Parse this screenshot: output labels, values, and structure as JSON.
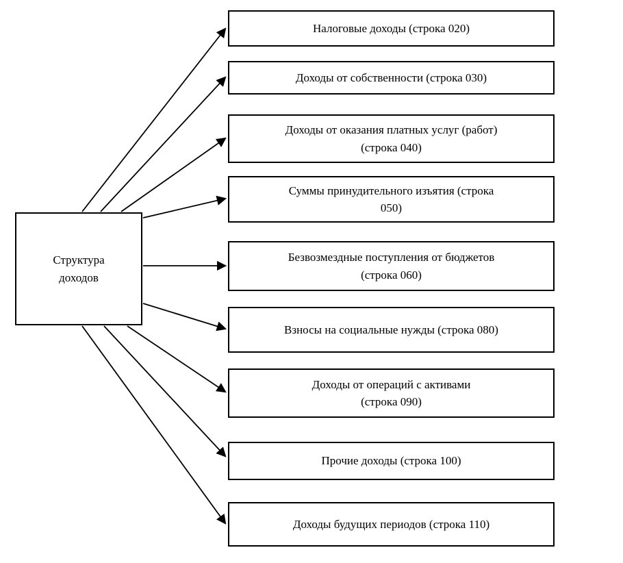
{
  "diagram": {
    "root": {
      "lines": [
        "Структура",
        "доходов"
      ]
    },
    "nodes": [
      {
        "lines": [
          "Налоговые доходы (строка 020)",
          ""
        ]
      },
      {
        "lines": [
          "Доходы от собственности (строка 030)",
          ""
        ]
      },
      {
        "lines": [
          "Доходы от оказания платных услуг (работ)",
          "(строка 040)"
        ]
      },
      {
        "lines": [
          "Суммы принудительного изъятия (строка",
          "050)"
        ]
      },
      {
        "lines": [
          "Безвозмездные поступления от бюджетов",
          "(строка 060)"
        ]
      },
      {
        "lines": [
          "Взносы на социальные нужды (строка 080)",
          ""
        ]
      },
      {
        "lines": [
          "Доходы от операций с активами",
          "(строка 090)"
        ]
      },
      {
        "lines": [
          "Прочие доходы (строка 100)",
          ""
        ]
      },
      {
        "lines": [
          "Доходы будущих периодов (строка 110)",
          ""
        ]
      }
    ],
    "colors": {
      "stroke": "#000000",
      "background": "#ffffff"
    }
  }
}
